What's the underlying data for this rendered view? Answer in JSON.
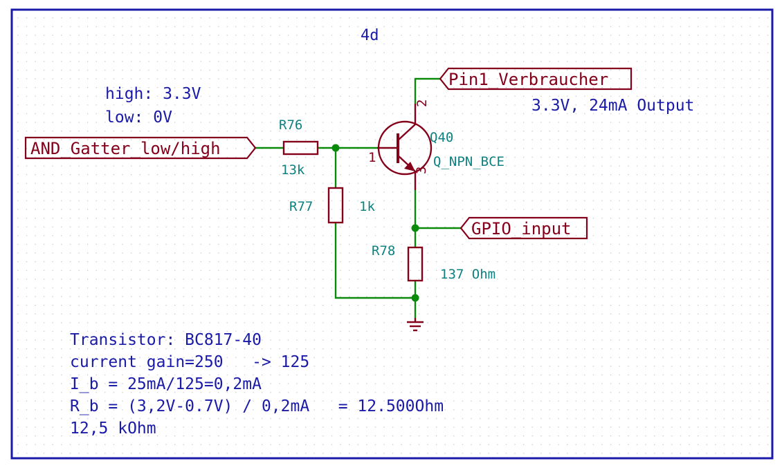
{
  "sheet": {
    "title": "4d",
    "colors": {
      "frame": "#1a1aa8",
      "grid": "#c8c8c8",
      "wire": "#0a8a0a",
      "component": "#84001a",
      "ref_text": "#0e8080",
      "note_text": "#1a1aa8"
    }
  },
  "notes": {
    "levels": [
      "high: 3.3V",
      "low: 0V"
    ],
    "output_note": "3.3V, 24mA Output",
    "calc": [
      "Transistor: BC817-40",
      "current gain=250   -> 125",
      "I_b = 25mA/125=0,2mA",
      "R_b = (3,2V-0.7V) / 0,2mA   = 12.500Ohm",
      "12,5 kOhm"
    ]
  },
  "labels": {
    "input": "AND_Gatter_low/high",
    "supply": "Pin1_Verbraucher",
    "gpio": "GPIO_input"
  },
  "components": {
    "r76": {
      "ref": "R76",
      "value": "13k"
    },
    "r77": {
      "ref": "R77",
      "value": "1k"
    },
    "r78": {
      "ref": "R78",
      "value": "137 Ohm"
    },
    "q40": {
      "ref": "Q40",
      "value": "Q_NPN_BCE",
      "pin_base": "1",
      "pin_collector": "2",
      "pin_emitter": "3"
    }
  }
}
